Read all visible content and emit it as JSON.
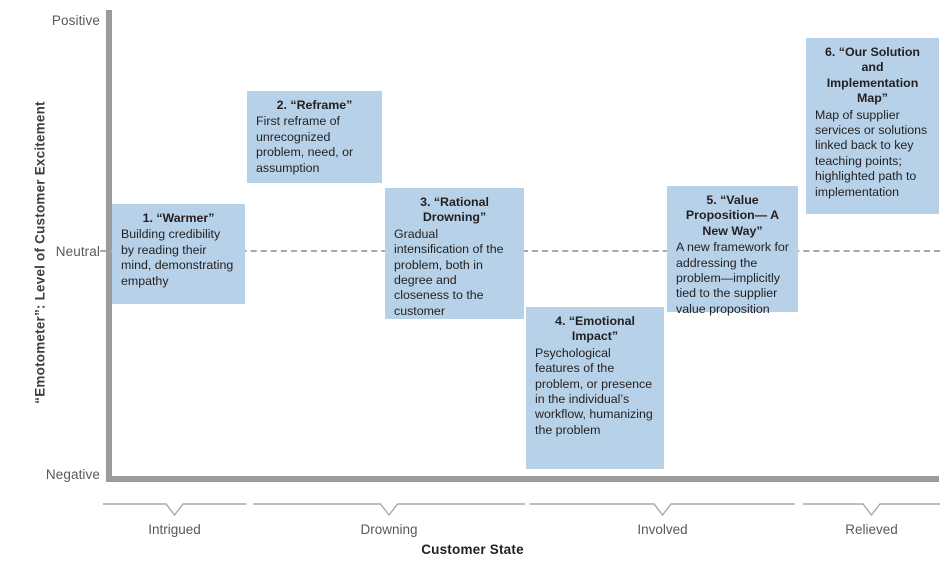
{
  "chart_data": {
    "type": "diagram",
    "title": "",
    "ylabel": "“Emotometer”: Level of Customer Excitement",
    "xlabel": "Customer State",
    "y_ticks": [
      "Positive",
      "Neutral",
      "Negative"
    ],
    "x_groups": [
      "Intrigued",
      "Drowning",
      "Involved",
      "Relieved"
    ],
    "neutral_gridline": true,
    "accent_color": "#b7d2e8",
    "axis_color": "#9b9b9b",
    "steps": [
      {
        "id": 1,
        "title": "1. “Warmer”",
        "body": "Building credibility by reading their mind, demonstrating empathy",
        "excitement": "Neutral",
        "customer_state": "Intrigued"
      },
      {
        "id": 2,
        "title": "2. “Reframe”",
        "body": "First reframe of unrecognized problem, need, or assumption",
        "excitement": "Above Neutral",
        "customer_state": "Drowning"
      },
      {
        "id": 3,
        "title": "3. “Rational Drowning”",
        "body": "Gradual intensification of the problem, both in degree and closeness to the customer",
        "excitement": "Neutral",
        "customer_state": "Drowning"
      },
      {
        "id": 4,
        "title": "4. “Emotional Impact”",
        "body": "Psychological features of the problem, or presence in the individual’s workflow, humanizing the problem",
        "excitement": "Below Neutral",
        "customer_state": "Involved"
      },
      {
        "id": 5,
        "title": "5. “Value Proposition— A New Way”",
        "body": "A new framework for addressing the problem—implicitly tied to the supplier value proposition",
        "excitement": "Neutral",
        "customer_state": "Involved"
      },
      {
        "id": 6,
        "title": "6. “Our Solution and Implementation Map”",
        "body": "Map of supplier services or solutions linked back to key teaching points; highlighted path to implementation",
        "excitement": "Positive",
        "customer_state": "Relieved"
      }
    ]
  },
  "axes": {
    "y_title": "“Emotometer”: Level of Customer Excitement",
    "x_title": "Customer State",
    "y_tick_positive": "Positive",
    "y_tick_neutral": "Neutral",
    "y_tick_negative": "Negative"
  },
  "groups": {
    "g1": "Intrigued",
    "g2": "Drowning",
    "g3": "Involved",
    "g4": "Relieved"
  },
  "boxes": {
    "b1": {
      "title": "1. “Warmer”",
      "body": "Building credibility by reading their mind, demonstrating empathy"
    },
    "b2": {
      "title": "2. “Reframe”",
      "body": "First reframe of unrecognized problem, need, or assumption"
    },
    "b3": {
      "title": "3. “Rational Drowning”",
      "body": "Gradual intensification of the problem, both in degree and closeness to the customer"
    },
    "b4": {
      "title": "4. “Emotional Impact”",
      "body": "Psychological features of the problem, or presence in the individual’s workflow, humanizing the problem"
    },
    "b5": {
      "title": "5. “Value Proposition— A New Way”",
      "body": "A new framework for addressing the problem—implicitly tied to the supplier value proposition"
    },
    "b6": {
      "title": "6. “Our Solution and Implementation Map”",
      "body": "Map of supplier services or solutions linked back to key teaching points; highlighted path to implementation"
    }
  }
}
